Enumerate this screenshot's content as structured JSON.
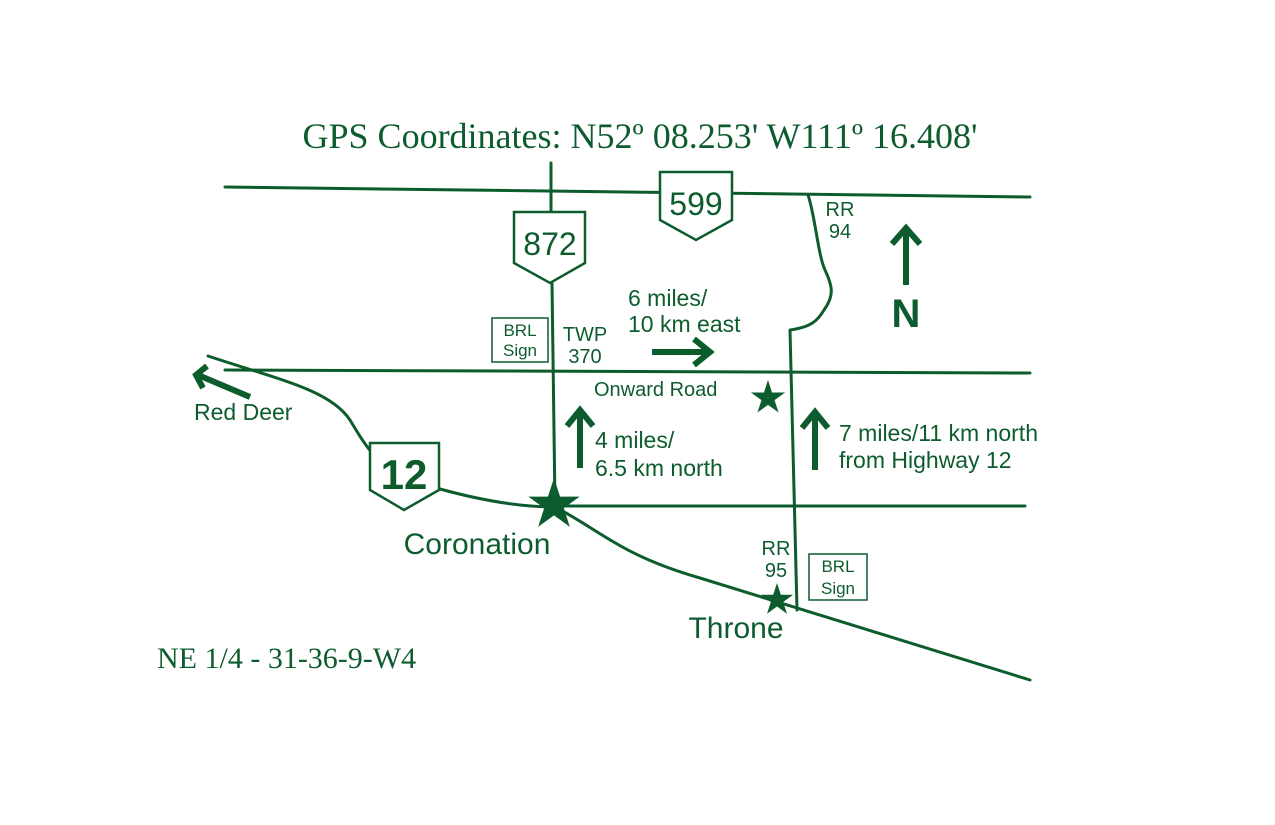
{
  "colors": {
    "map_green": "#0d5c2e",
    "background": "#ffffff"
  },
  "header": {
    "gps": "GPS Coordinates: N52º 08.253'  W111º 16.408'"
  },
  "highways": {
    "hwy_599": "599",
    "hwy_872": "872",
    "hwy_12": "12"
  },
  "roads": {
    "rr94_line1": "RR",
    "rr94_line2": "94",
    "twp_line1": "TWP",
    "twp_line2": "370",
    "onward": "Onward Road",
    "rr95_line1": "RR",
    "rr95_line2": "95"
  },
  "signs": {
    "brl_west_line1": "BRL",
    "brl_west_line2": "Sign",
    "brl_east_line1": "BRL",
    "brl_east_line2": "Sign"
  },
  "directions": {
    "east_line1": "6 miles/",
    "east_line2": "10 km east",
    "north872_line1": "4 miles/",
    "north872_line2": "6.5 km north",
    "north_rr95_line1": "7 miles/11 km north",
    "north_rr95_line2": "from Highway 12",
    "red_deer": "Red Deer"
  },
  "places": {
    "coronation": "Coronation",
    "throne": "Throne"
  },
  "compass": {
    "label": "N"
  },
  "legal": "NE 1/4 - 31-36-9-W4",
  "icons": [
    "star-icon",
    "arrow-up-icon",
    "arrow-right-icon",
    "arrow-upleft-icon",
    "highway-shield-icon"
  ]
}
